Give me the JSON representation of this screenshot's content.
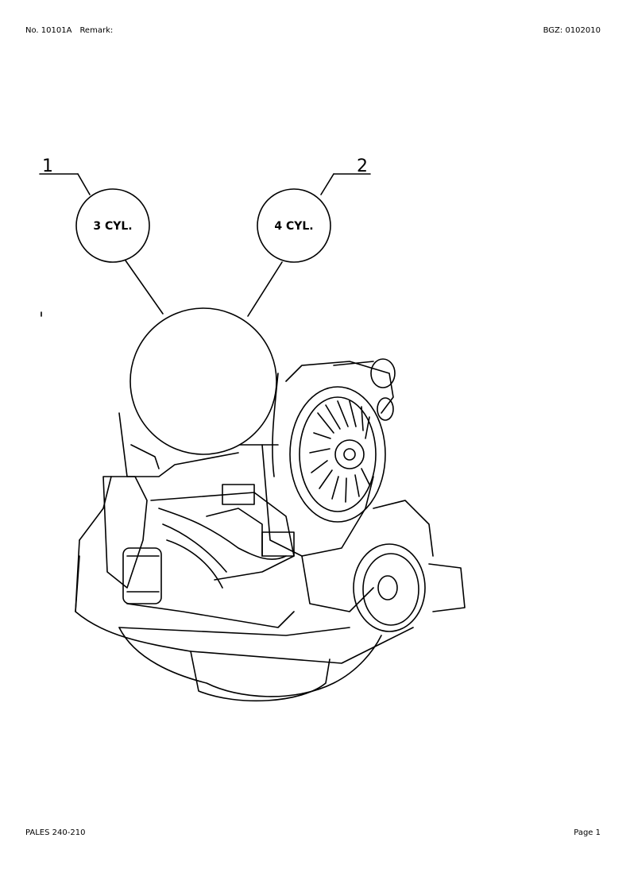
{
  "header": {
    "number": "No. 10101A",
    "remark": "Remark:",
    "bgz": "BGZ: 0102010"
  },
  "drawing": {
    "callouts": [
      {
        "number": "1",
        "label": "3 CYL."
      },
      {
        "number": "2",
        "label": "4 CYL."
      }
    ]
  },
  "footer": {
    "document_code": "PALES 240-210",
    "page": "Page 1"
  }
}
